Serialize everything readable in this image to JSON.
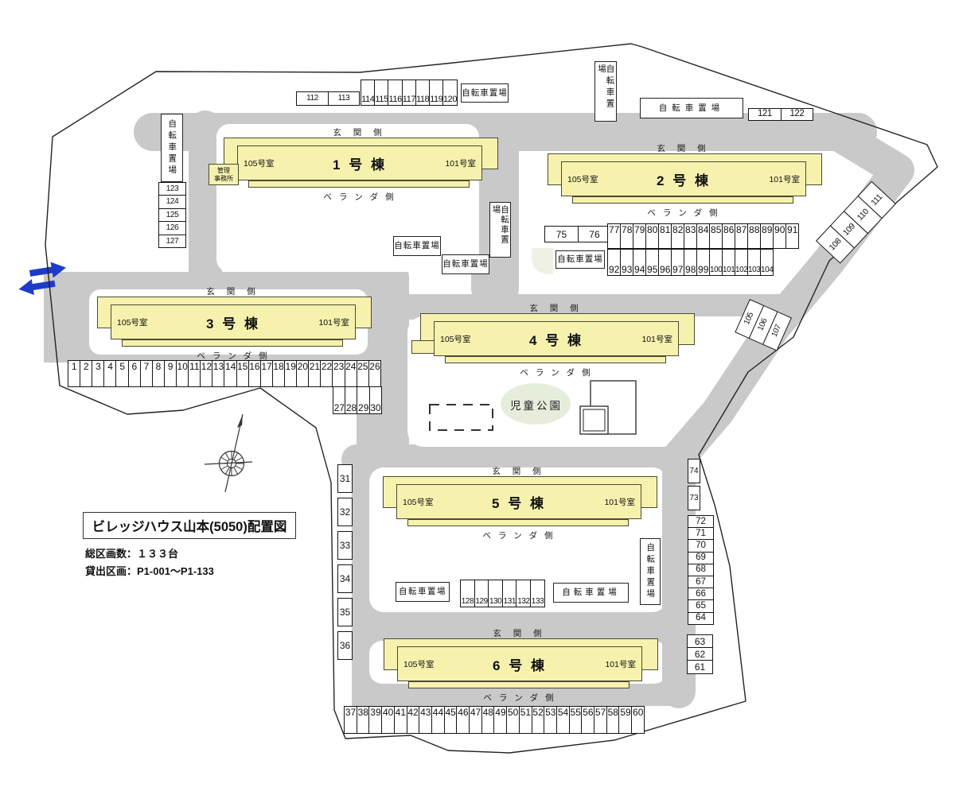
{
  "title": {
    "box": "ビレッジハウス山本(5050)配置図",
    "line1": "総区画数：１３３台",
    "line2": "貸出区画：P1-001～P1-133"
  },
  "labels": {
    "bicycle": "自転車置場",
    "entrance": "玄 関 側",
    "balcony": "ベ ラ ン ダ 側",
    "park": "児童公園",
    "office": "管理\n事務所"
  },
  "colors": {
    "road": "#c9c9c9",
    "building_fill": "#f6f2ae",
    "arrow_blue": "#1e3bc8",
    "park_green": "#e6eedb"
  },
  "buildings": [
    {
      "name": "1 号 棟",
      "left_room": "105号室",
      "right_room": "101号室"
    },
    {
      "name": "2 号 棟",
      "left_room": "105号室",
      "right_room": "101号室"
    },
    {
      "name": "3 号 棟",
      "left_room": "105号室",
      "right_room": "101号室"
    },
    {
      "name": "4 号 棟",
      "left_room": "105号室",
      "right_room": "101号室"
    },
    {
      "name": "5 号 棟",
      "left_room": "105号室",
      "right_room": "101号室"
    },
    {
      "name": "6 号 棟",
      "left_room": "105号室",
      "right_room": "101号室"
    }
  ],
  "parking": {
    "rows": {
      "r1_26": [
        1,
        2,
        3,
        4,
        5,
        6,
        7,
        8,
        9,
        10,
        11,
        12,
        13,
        14,
        15,
        16,
        17,
        18,
        19,
        20,
        21,
        22,
        23,
        24,
        25,
        26
      ],
      "r27_30": [
        27,
        28,
        29,
        30
      ],
      "r31_36": [
        31,
        32,
        33,
        34,
        35,
        36
      ],
      "r37_60": [
        37,
        38,
        39,
        40,
        41,
        42,
        43,
        44,
        45,
        46,
        47,
        48,
        49,
        50,
        51,
        52,
        53,
        54,
        55,
        56,
        57,
        58,
        59,
        60
      ],
      "r61_63": [
        63,
        62,
        61
      ],
      "r64_72": [
        72,
        71,
        70,
        69,
        68,
        67,
        66,
        65,
        64
      ],
      "r73_74": [
        74,
        73
      ],
      "r75_76": [
        75,
        76
      ],
      "r77_91": [
        77,
        78,
        79,
        80,
        81,
        82,
        83,
        84,
        85,
        86,
        87,
        88,
        89,
        90,
        91
      ],
      "r92_104": [
        92,
        93,
        94,
        95,
        96,
        97,
        98,
        99,
        100,
        101,
        102,
        103,
        104
      ],
      "r105_107": [
        105,
        106,
        107
      ],
      "r108_111": [
        108,
        109,
        110,
        111
      ],
      "r112_113": [
        112,
        113
      ],
      "r114_120": [
        114,
        115,
        116,
        117,
        118,
        119,
        120
      ],
      "r121_122": [
        121,
        122
      ],
      "r123_127": [
        123,
        124,
        125,
        126,
        127
      ],
      "r128_133": [
        128,
        129,
        130,
        131,
        132,
        133
      ]
    }
  }
}
